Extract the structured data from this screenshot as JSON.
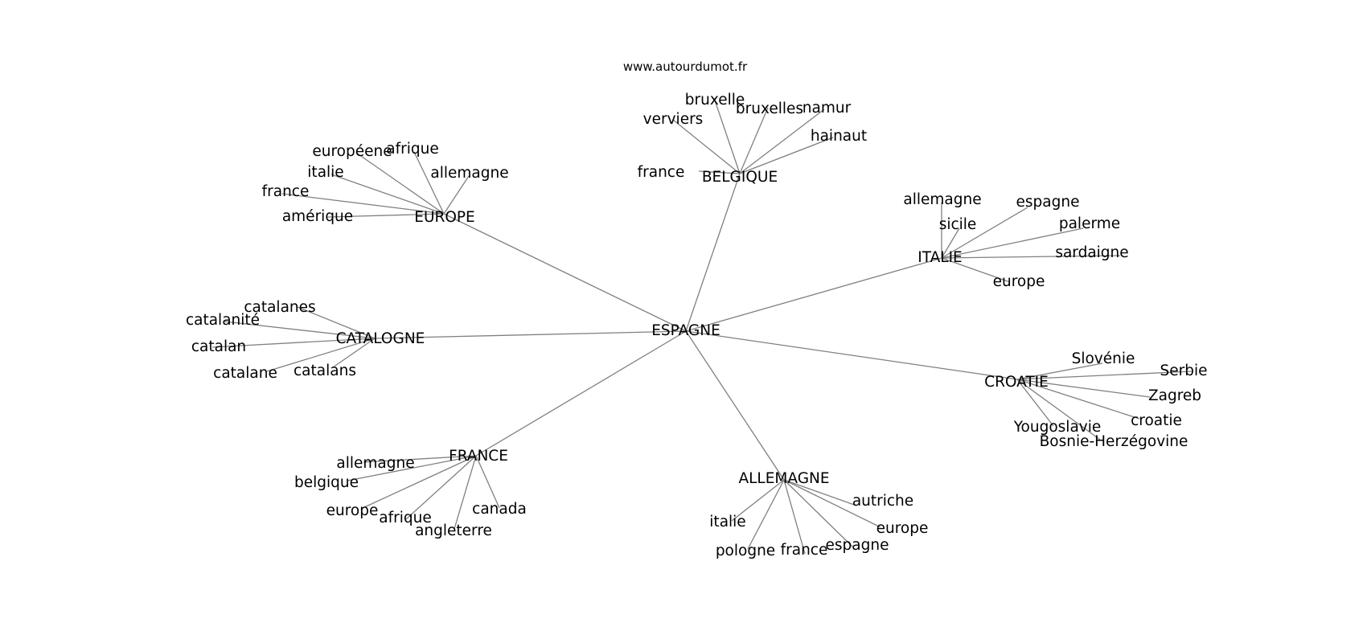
{
  "site": "www.autourdumot.fr",
  "graph": {
    "center": "ESPAGNE",
    "clusters": [
      {
        "label": "BELGIQUE",
        "words": [
          "france",
          "verviers",
          "bruxelle",
          "bruxelles",
          "namur",
          "hainaut"
        ]
      },
      {
        "label": "EUROPE",
        "words": [
          "européene",
          "afrique",
          "allemagne",
          "italie",
          "france",
          "amérique"
        ]
      },
      {
        "label": "ITALIE",
        "words": [
          "allemagne",
          "espagne",
          "sicile",
          "palerme",
          "sardaigne",
          "europe"
        ]
      },
      {
        "label": "CATALOGNE",
        "words": [
          "catalanes",
          "catalanité",
          "catalan",
          "catalane",
          "catalans"
        ]
      },
      {
        "label": "CROATIE",
        "words": [
          "Slovénie",
          "Serbie",
          "Zagreb",
          "croatie",
          "Yougoslavie",
          "Bosnie-Herzégovine"
        ]
      },
      {
        "label": "FRANCE",
        "words": [
          "allemagne",
          "belgique",
          "europe",
          "afrique",
          "angleterre",
          "canada"
        ]
      },
      {
        "label": "ALLEMAGNE",
        "words": [
          "autriche",
          "europe",
          "espagne",
          "france",
          "pologne",
          "italie"
        ]
      }
    ]
  }
}
